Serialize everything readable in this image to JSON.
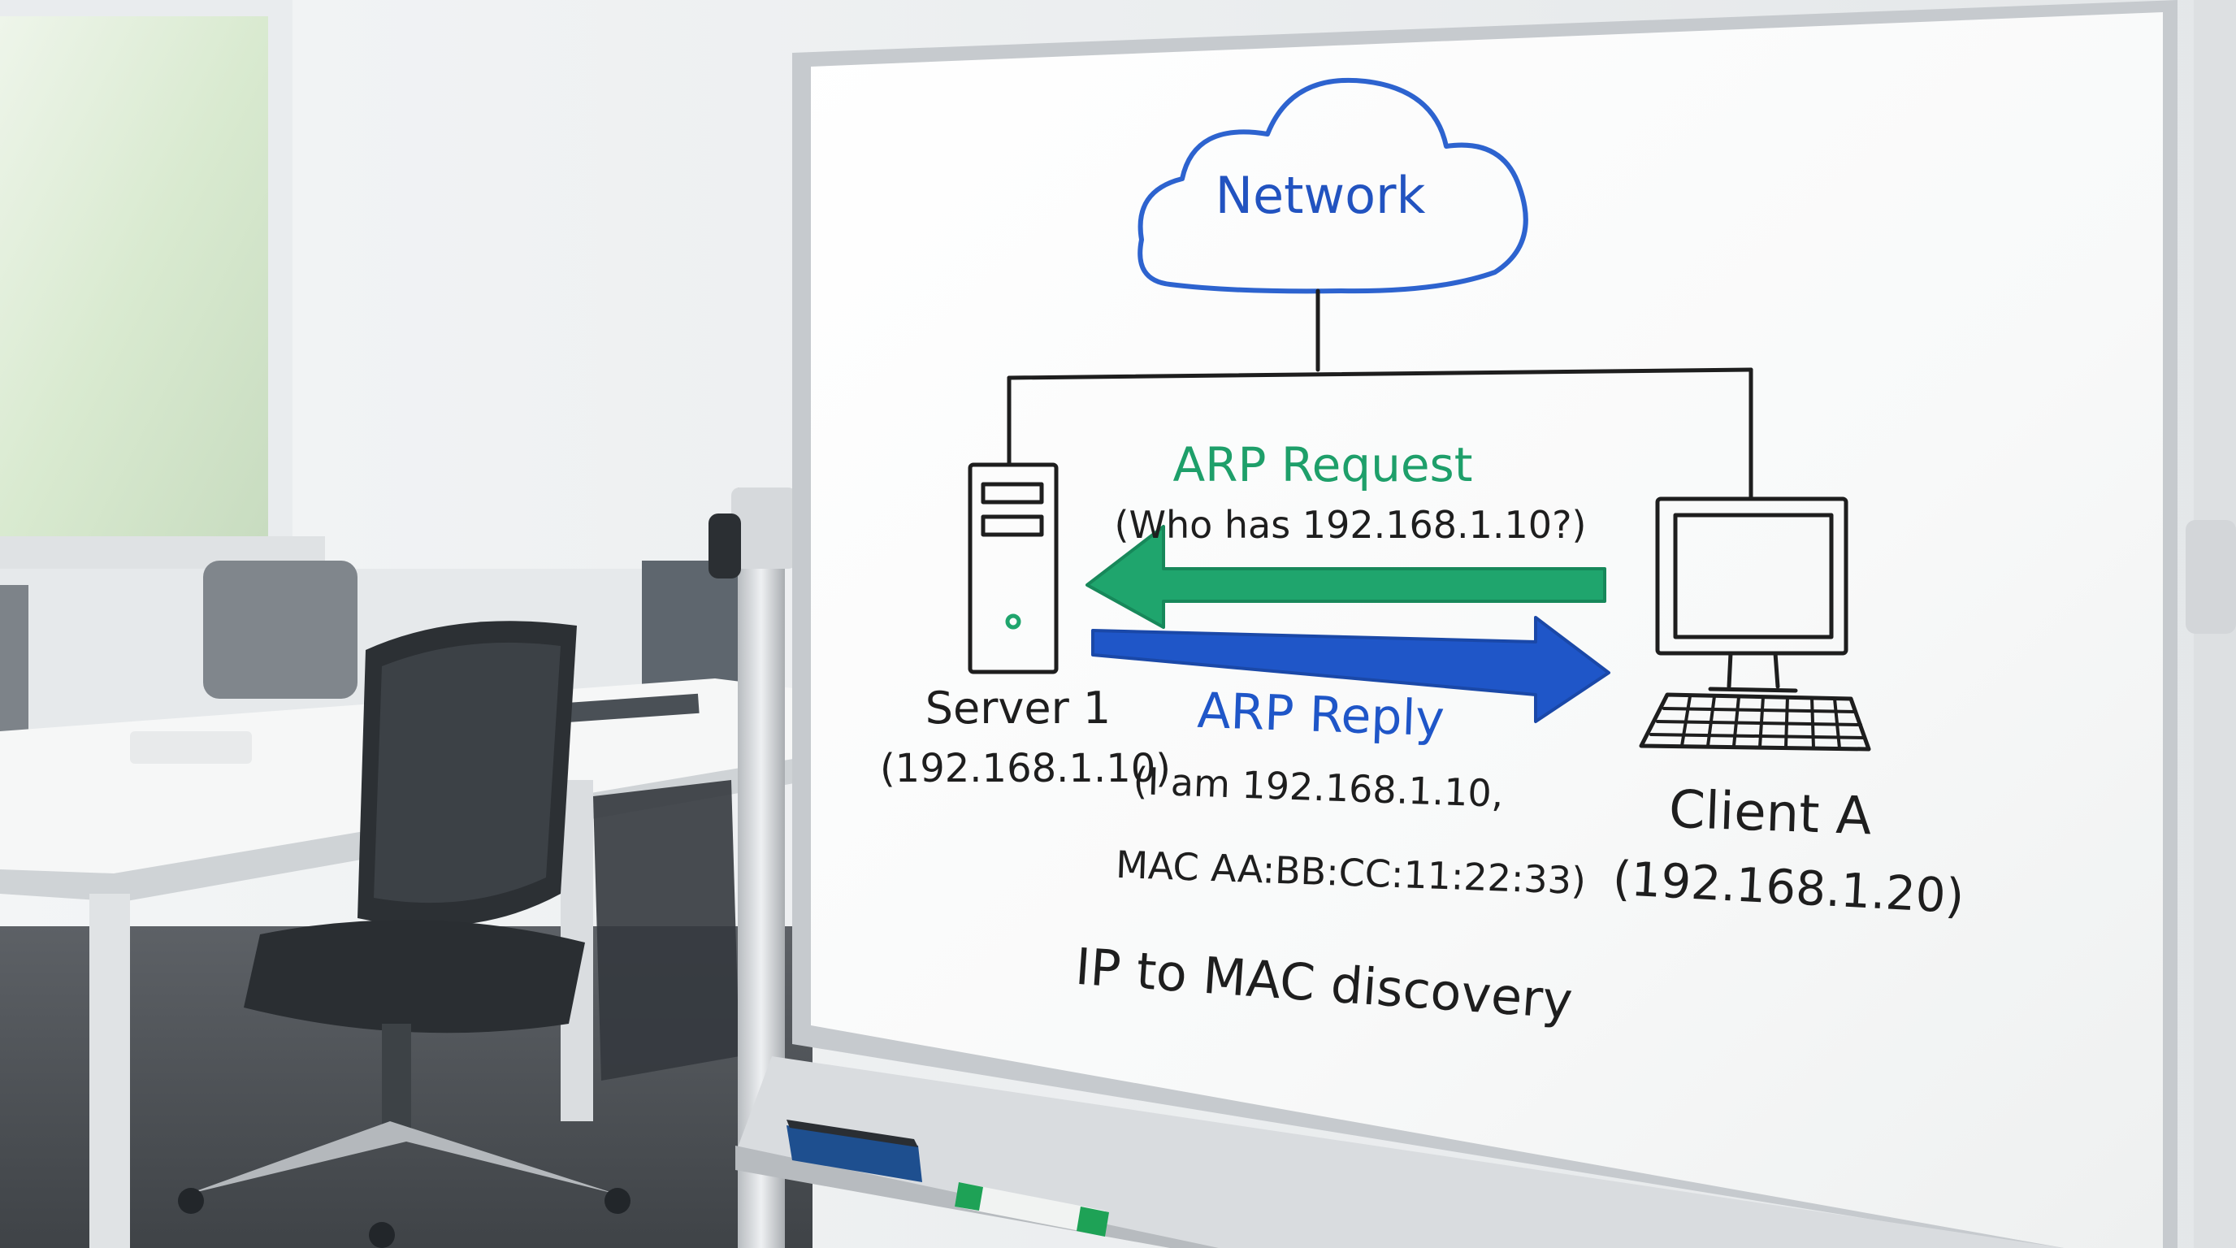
{
  "whiteboard": {
    "cloud_label": "Network",
    "server": {
      "name": "Server 1",
      "ip": "(192.168.1.10)"
    },
    "client": {
      "name": "Client A",
      "ip": "(192.168.1.20)"
    },
    "request": {
      "title": "ARP Request",
      "detail": "(Who has 192.168.1.10?)"
    },
    "reply": {
      "title": "ARP Reply",
      "line1": "(I am 192.168.1.10,",
      "line2": "MAC AA:BB:CC:11:22:33)"
    },
    "caption": "IP to MAC discovery"
  },
  "colors": {
    "marker_black": "#1e1e1e",
    "marker_blue": "#1f56c8",
    "marker_green": "#1fa56d",
    "board_white": "#fbfbfb",
    "frame_silver": "#c9cdd1"
  },
  "icons": [
    "cloud-icon",
    "server-tower-icon",
    "desktop-computer-icon",
    "keyboard-icon",
    "left-arrow-icon",
    "right-arrow-icon",
    "eraser-icon",
    "green-marker-icon"
  ]
}
